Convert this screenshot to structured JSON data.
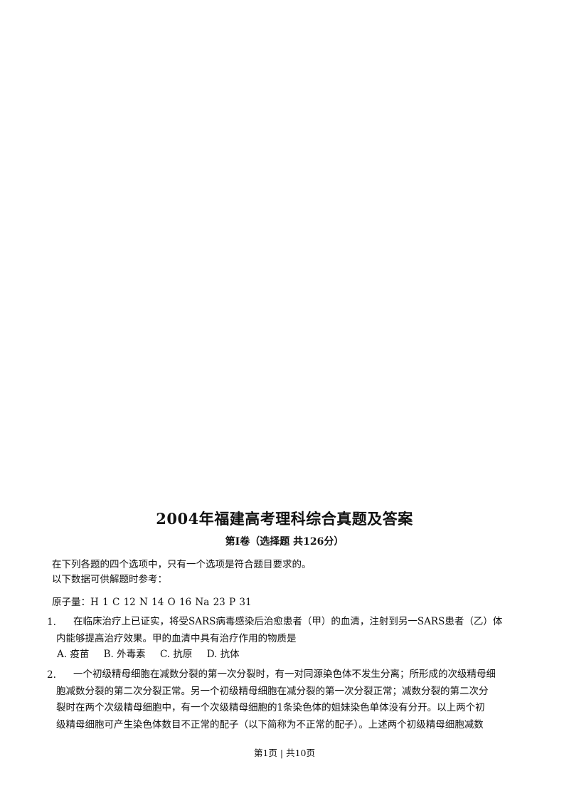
{
  "document": {
    "title": "2004年福建高考理科综合真题及答案",
    "section_title": "第Ⅰ卷（选择题  共126分）",
    "instructions": [
      "在下列各题的四个选项中，只有一个选项是符合题目要求的。",
      "以下数据可供解题时参考：",
      "原子量：H 1   C 12   N 14   O 16   Na 23   P 31"
    ],
    "questions": [
      {
        "number": "1.",
        "lines": [
          "在临床治疗上已证实，将受SARS病毒感染后治愈患者（甲）的血清，注射到另一SARS患者（乙）体",
          "内能够提高治疗效果。甲的血清中具有治疗作用的物质是"
        ],
        "options": [
          "A. 疫苗",
          "B. 外毒素",
          "C. 抗原",
          "D. 抗体"
        ]
      },
      {
        "number": "2.",
        "lines": [
          "一个初级精母细胞在减数分裂的第一次分裂时，有一对同源染色体不发生分离；所形成的次级精母细",
          "胞减数分裂的第二次分裂正常。另一个初级精母细胞在减分裂的第一次分裂正常；减数分裂的第二次分",
          "裂时在两个次级精母细胞中，有一个次级精母细胞的1条染色体的姐妹染色单体没有分开。以上两个初",
          "级精母细胞可产生染色体数目不正常的配子（以下简称为不正常的配子）。上述两个初级精母细胞减数"
        ]
      }
    ],
    "footer": "第1页 | 共10页"
  }
}
